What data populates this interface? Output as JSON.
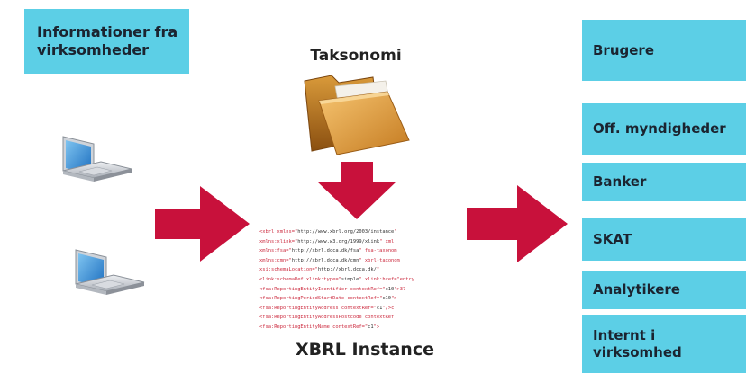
{
  "source_label": "Informationer fra\nvirksomheder",
  "taxonomy_label": "Taksonomi",
  "instance_label": "XBRL Instance",
  "receivers": [
    {
      "label": "Brugere"
    },
    {
      "label": "Off. myndigheder"
    },
    {
      "label": "Banker"
    },
    {
      "label": "SKAT"
    },
    {
      "label": "Analytikere"
    },
    {
      "label": "Internt i\nvirksomhed"
    }
  ],
  "colors": {
    "box": "#5ccfe6",
    "arrow": "#c8113b",
    "text": "#1b2430"
  },
  "icons": [
    "laptop-icon",
    "laptop-icon",
    "folder-icon",
    "arrow-right-icon",
    "arrow-down-icon"
  ],
  "xbrl_code_lines": [
    [
      "<xbrl xmlns=\"",
      "http://www.xbrl.org/2003/instance",
      "\""
    ],
    [
      "xmlns:xlink=\"",
      "http://www.w3.org/1999/xlink",
      "\" xml"
    ],
    [
      "xmlns:fsa=\"",
      "http://xbrl.dcca.dk/fsa",
      "\" fsa-taxonom"
    ],
    [
      "xmlns:cmn=\"",
      "http://xbrl.dcca.dk/cmn",
      "\" xbrl-taxonom"
    ],
    [
      "xsi:schemaLocation=\"",
      "http://xbrl.dcca.dk/",
      "\""
    ],
    [
      "<link:schemaRef xlink:type=\"",
      "simple",
      "\" xlink:href=\"entry"
    ],
    [
      "<fsa:ReportingEntityIdentifier contextRef=\"",
      "c10",
      "\">37"
    ],
    [
      "<fsa:ReportingPeriodStartDate contextRef=\"",
      "c10",
      "\">"
    ],
    [
      "<fsa:ReportingEntityAddress contextRef=\"",
      "c1",
      "\"/>c"
    ],
    [
      "<fsa:ReportingEntityAddressPostcode contextRef",
      "",
      ""
    ],
    [
      "<fsa:ReportingEntityName contextRef=\"",
      "c1",
      "\">"
    ]
  ]
}
